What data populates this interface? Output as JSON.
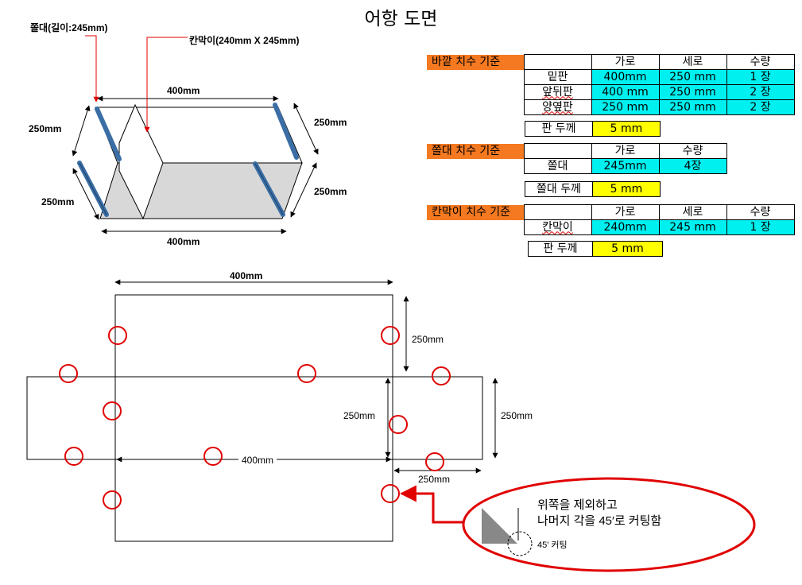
{
  "title": "어항 도면",
  "top_drawing": {
    "callout_rod": "쫄대(길이:245mm)",
    "callout_divider": "칸막이(240mm X 245mm)",
    "dim_top": "400mm",
    "dim_bottom": "400mm",
    "dim_left_upper": "250mm",
    "dim_left_lower": "250mm",
    "dim_right_upper": "250mm",
    "dim_right_lower": "250mm"
  },
  "outer_table": {
    "title": "바깥 치수 기준",
    "headers": [
      "가로",
      "세로",
      "수량"
    ],
    "rows": [
      {
        "name": "밑판",
        "w": "400mm",
        "h": "250 mm",
        "qty": "1 장"
      },
      {
        "name": "앞뒤판",
        "w": "400 mm",
        "h": "250 mm",
        "qty": "2 장"
      },
      {
        "name": "양옆판",
        "w": "250 mm",
        "h": "250 mm",
        "qty": "2 장"
      }
    ],
    "thickness_label": "판 두께",
    "thickness_value": "5 mm"
  },
  "rod_table": {
    "title": "쫄대 치수 기준",
    "headers": [
      "가로",
      "수량"
    ],
    "row": {
      "name": "쫄대",
      "w": "245mm",
      "qty": "4장"
    },
    "thickness_label": "쫄대 두께",
    "thickness_value": "5 mm"
  },
  "divider_table": {
    "title": "칸막이 치수 기준",
    "headers": [
      "가로",
      "세로",
      "수량"
    ],
    "row": {
      "name": "칸막이",
      "w": "240mm",
      "h": "245 mm",
      "qty": "1 장"
    },
    "thickness_label": "판 두께",
    "thickness_value": "5 mm"
  },
  "net_drawing": {
    "dim_top": "400mm",
    "dim_right_upper": "250mm",
    "dim_center_height": "250mm",
    "dim_center_width": "400mm",
    "dim_right_height": "250mm",
    "dim_right_width": "250mm"
  },
  "note": {
    "line1": "위쪽을 제외하고",
    "line2": "나머지 각을 45′로 커팅함",
    "small": "45′ 커팅"
  },
  "colors": {
    "marker_circle": "#e00000",
    "rod": "#3a6ea5",
    "header_orange": "#f47920",
    "cell_cyan": "#00f0f0",
    "cell_yellow": "#ffff00"
  }
}
